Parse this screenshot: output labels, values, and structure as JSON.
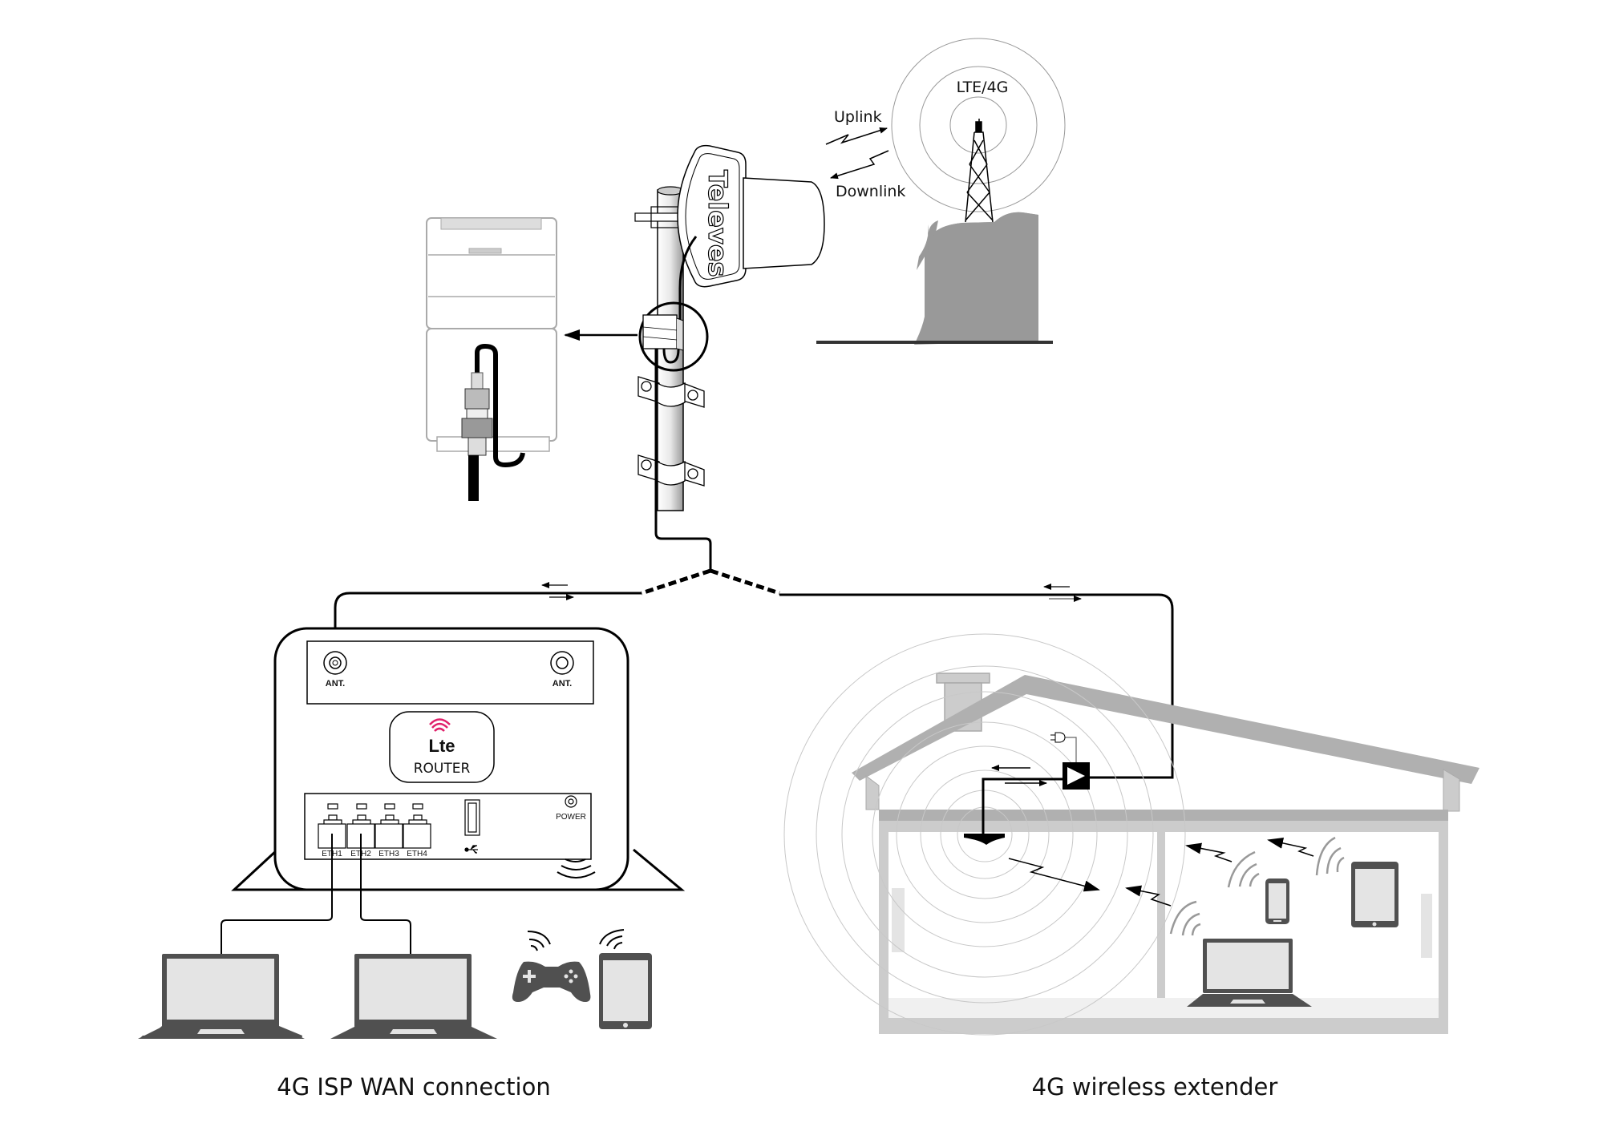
{
  "tower": {
    "label": "LTE/4G",
    "uplink_label": "Uplink",
    "downlink_label": "Downlink"
  },
  "antenna": {
    "brand": "Televes"
  },
  "router": {
    "antenna_ports": [
      {
        "label": "ANT."
      },
      {
        "label": "ANT."
      }
    ],
    "logo_text": "Lte",
    "name": "ROUTER",
    "ethernet_ports": [
      {
        "label": "ETH1"
      },
      {
        "label": "ETH2"
      },
      {
        "label": "ETH3"
      },
      {
        "label": "ETH4"
      }
    ],
    "power_label": "POWER",
    "usb_icon": "usb-icon"
  },
  "wired_devices": [
    {
      "icon": "laptop-icon",
      "port": "ETH1"
    },
    {
      "icon": "laptop-icon",
      "port": "ETH2"
    }
  ],
  "wireless_devices_left": [
    {
      "icon": "gamepad-icon"
    },
    {
      "icon": "tablet-icon"
    }
  ],
  "house": {
    "devices": [
      {
        "icon": "laptop-icon"
      },
      {
        "icon": "smartphone-icon"
      },
      {
        "icon": "tablet-icon"
      }
    ],
    "amplifier_icon": "amplifier-icon",
    "plug_icon": "power-plug-icon",
    "indoor_antenna_icon": "ceiling-antenna-icon"
  },
  "captions": {
    "left": "4G ISP WAN connection",
    "right": "4G wireless extender"
  },
  "colors": {
    "line": "#000000",
    "house_gray": "#b0b0b0",
    "wall_gray": "#cccccc",
    "device_gray": "#505050",
    "screen_gray": "#e4e4e4",
    "hill_gray": "#999999",
    "lte_logo": "#e0206a"
  }
}
